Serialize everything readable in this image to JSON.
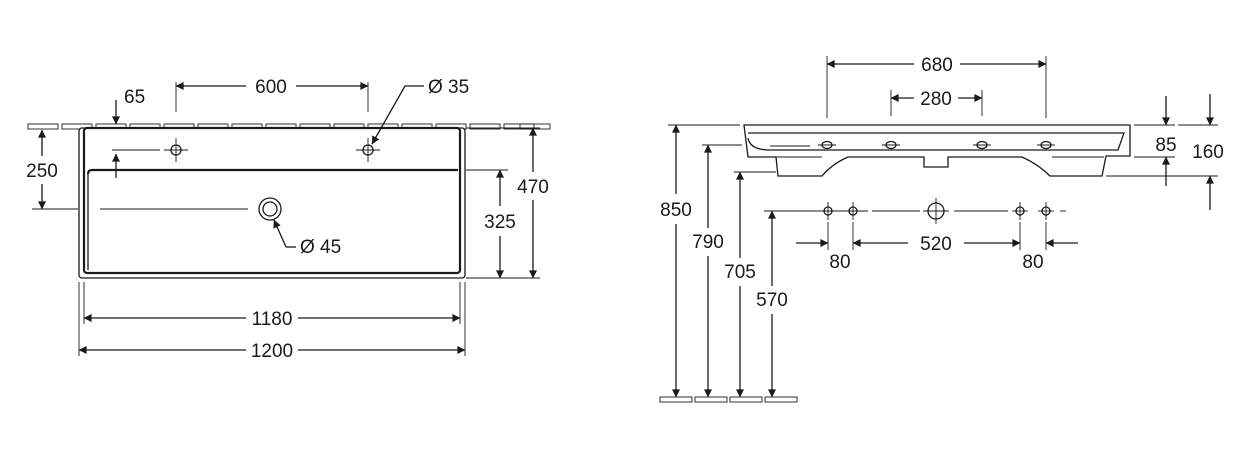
{
  "top_view": {
    "dim_65": "65",
    "dim_600": "600",
    "dim_d35": "Ø 35",
    "dim_250": "250",
    "dim_470": "470",
    "dim_325": "325",
    "dim_d45": "Ø 45",
    "dim_1180": "1180",
    "dim_1200": "1200"
  },
  "side_view": {
    "dim_680": "680",
    "dim_280": "280",
    "dim_85": "85",
    "dim_160": "160",
    "dim_850": "850",
    "dim_790": "790",
    "dim_705": "705",
    "dim_570": "570",
    "dim_80_left": "80",
    "dim_520": "520",
    "dim_80_right": "80"
  }
}
